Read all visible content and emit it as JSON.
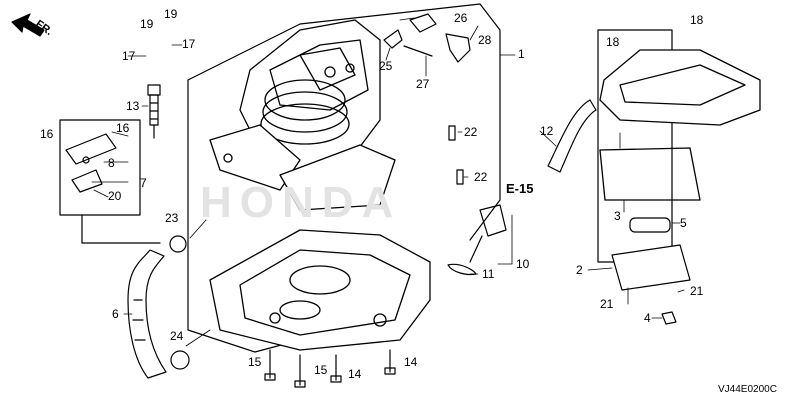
{
  "direction_label": "FR.",
  "callout_ref": "E-15",
  "diagram_code": "VJ44E0200C",
  "watermark_text": "HONDA",
  "part_numbers": {
    "p1": "1",
    "p2": "2",
    "p3": "3",
    "p4": "4",
    "p5": "5",
    "p6": "6",
    "p7": "7",
    "p8": "8",
    "p10": "10",
    "p11": "11",
    "p12": "12",
    "p13": "13",
    "p14a": "14",
    "p14b": "14",
    "p15a": "15",
    "p15b": "15",
    "p16a": "16",
    "p16b": "16",
    "p17a": "17",
    "p17b": "17",
    "p18a": "18",
    "p18b": "18",
    "p19a": "19",
    "p19b": "19",
    "p20": "20",
    "p21a": "21",
    "p21b": "21",
    "p22a": "22",
    "p22b": "22",
    "p23": "23",
    "p24": "24",
    "p25": "25",
    "p26": "26",
    "p27": "27",
    "p28": "28"
  }
}
